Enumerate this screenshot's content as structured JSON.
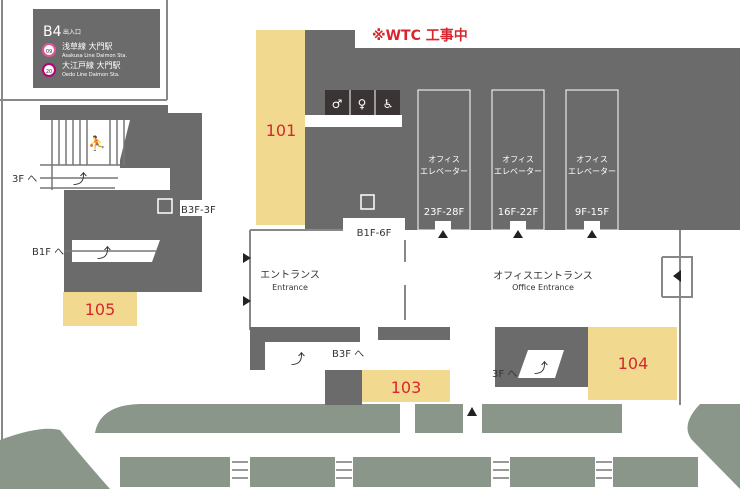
{
  "notice": "※WTC 工事中",
  "sign": {
    "exit": "B4",
    "exit_label": "出入口",
    "lines": [
      {
        "badge_top": "A",
        "badge_num": "09",
        "name_ja": "浅草線 大門駅",
        "name_en": "Asakusa Line Daimon Sta.",
        "color": "#e85298"
      },
      {
        "badge_top": "E",
        "badge_num": "20",
        "name_ja": "大江戸線 大門駅",
        "name_en": "Oedo Line Daimon Sta.",
        "color": "#b6007a"
      }
    ]
  },
  "rooms": {
    "r101": "101",
    "r103": "103",
    "r104": "104",
    "r105": "105"
  },
  "elevators": {
    "left": "B3F-3F",
    "main": "B1F-6F",
    "office_label_1": "オフィス",
    "office_label_2": "エレベーター",
    "office": [
      "23F-28F",
      "16F-22F",
      "9F-15F"
    ]
  },
  "escalators": {
    "to_3f_left": "3F へ",
    "to_b1f": "B1F へ",
    "to_b3f": "B3F へ",
    "to_3f_right": "3F へ"
  },
  "entrance": {
    "ja": "エントランス",
    "en": "Entrance"
  },
  "office_entrance": {
    "ja": "オフィスエントランス",
    "en": "Office Entrance"
  },
  "colors": {
    "building": "#6b6b6b",
    "shop": "#f1da8f",
    "ground": "#8b968a",
    "accent": "#d9262e"
  }
}
